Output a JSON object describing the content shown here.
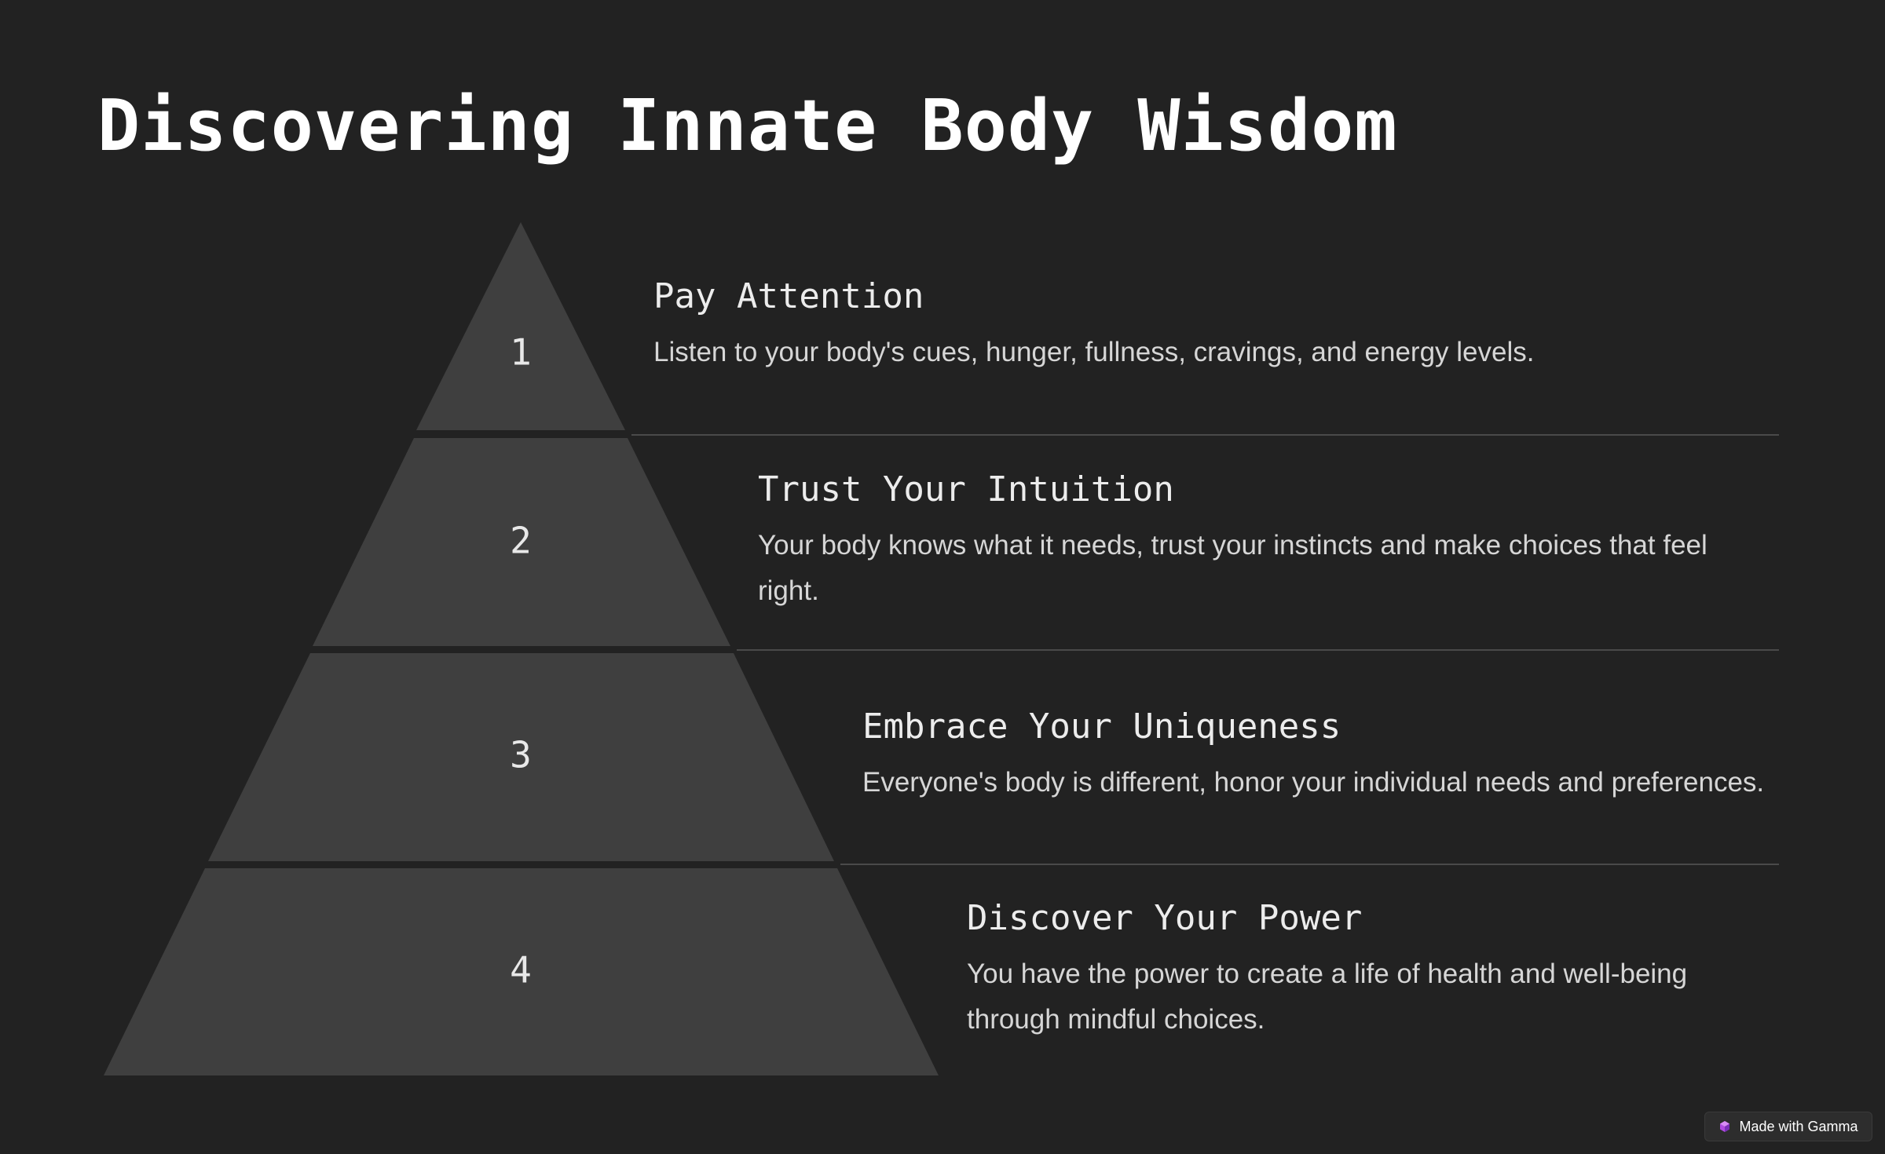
{
  "title": "Discovering Innate Body Wisdom",
  "levels": [
    {
      "number": "1",
      "heading": "Pay Attention",
      "description": "Listen to your body's cues, hunger, fullness, cravings, and energy levels."
    },
    {
      "number": "2",
      "heading": "Trust Your Intuition",
      "description": "Your body knows what it needs, trust your instincts and make choices that feel right."
    },
    {
      "number": "3",
      "heading": "Embrace Your Uniqueness",
      "description": "Everyone's body is different, honor your individual needs and preferences."
    },
    {
      "number": "4",
      "heading": "Discover Your Power",
      "description": "You have the power to create a life of health and well-being through mindful choices."
    }
  ],
  "badge": {
    "label": "Made with Gamma",
    "icon": "gamma-logo-icon"
  },
  "colors": {
    "background": "#222222",
    "pyramid_fill": "#3f3f3f",
    "divider": "#4a4a4a",
    "text": "#ffffff"
  }
}
